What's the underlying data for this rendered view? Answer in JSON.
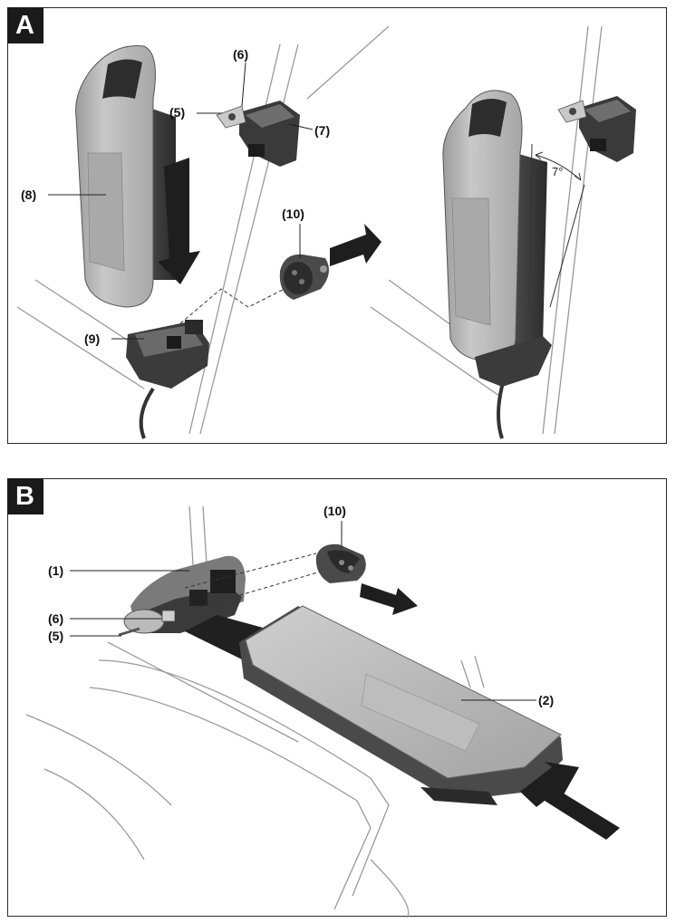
{
  "panels": [
    {
      "id": "A",
      "letter": "A",
      "callouts": [
        "(5)",
        "(6)",
        "(7)",
        "(8)",
        "(9)",
        "(10)"
      ],
      "angle_label": "7°"
    },
    {
      "id": "B",
      "letter": "B",
      "callouts": [
        "(10)",
        "(1)",
        "(6)",
        "(5)",
        "(2)"
      ]
    }
  ],
  "colors": {
    "battery_light": "#b9b9b9",
    "battery_mid": "#8f8f8f",
    "battery_dark": "#3c3c3c",
    "frame_line": "#9a9a9a",
    "arrow_dark": "#1e1e1e",
    "label_bg": "#1a1a1a"
  }
}
